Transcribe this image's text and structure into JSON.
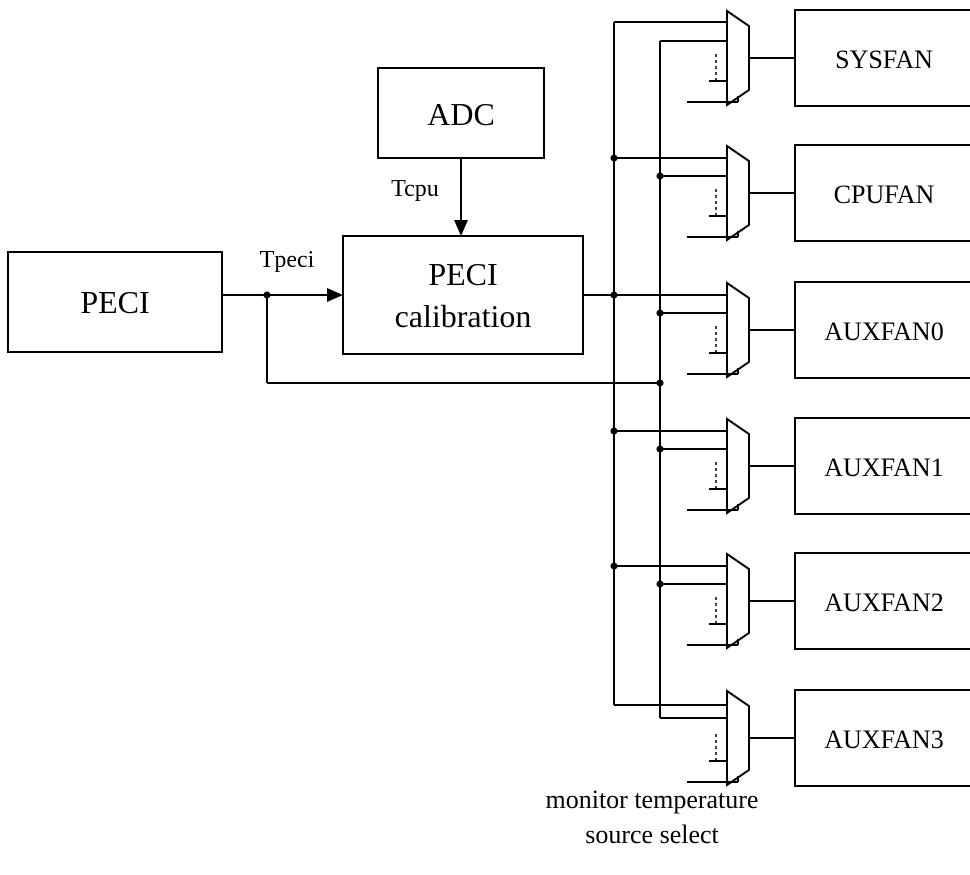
{
  "blocks": {
    "peci": "PECI",
    "adc": "ADC",
    "calibration_line1": "PECI",
    "calibration_line2": "calibration"
  },
  "signals": {
    "tpeci": "Tpeci",
    "tcpu": "Tcpu"
  },
  "fans": [
    "SYSFAN",
    "CPUFAN",
    "AUXFAN0",
    "AUXFAN1",
    "AUXFAN2",
    "AUXFAN3"
  ],
  "caption": {
    "line1": "monitor temperature",
    "line2": "source select"
  }
}
